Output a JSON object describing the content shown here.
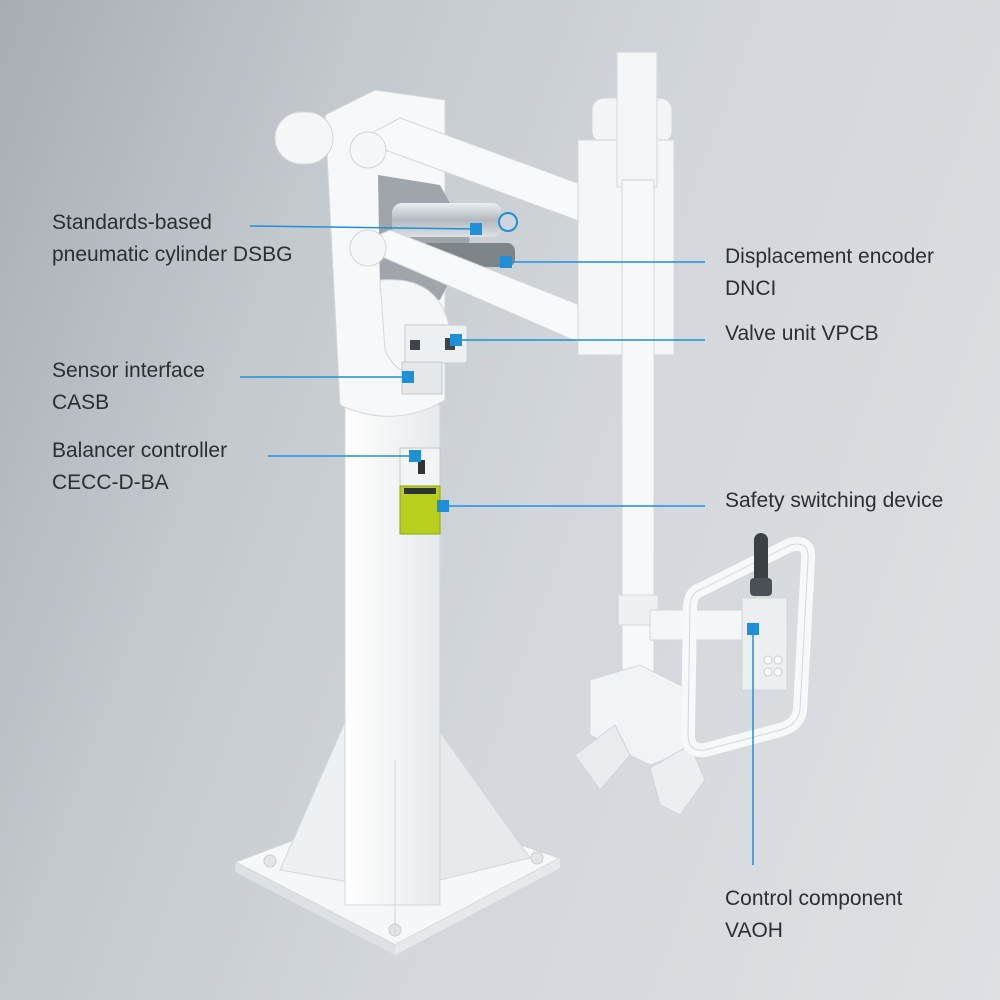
{
  "callouts": {
    "cylinder": {
      "line1": "Standards-based",
      "line2": "pneumatic cylinder DSBG"
    },
    "encoder": {
      "line1": "Displacement encoder",
      "line2": "DNCI"
    },
    "valve": {
      "line1": "Valve unit VPCB"
    },
    "sensor": {
      "line1": "Sensor interface",
      "line2": "CASB"
    },
    "balancer": {
      "line1": "Balancer controller",
      "line2": "CECC-D-BA"
    },
    "safety": {
      "line1": "Safety switching device"
    },
    "control": {
      "line1": "Control component",
      "line2": "VAOH"
    }
  },
  "colors": {
    "accent": "#1f8fd8",
    "safety_module": "#b9cf1e",
    "machine_body": "#f4f6f7"
  }
}
